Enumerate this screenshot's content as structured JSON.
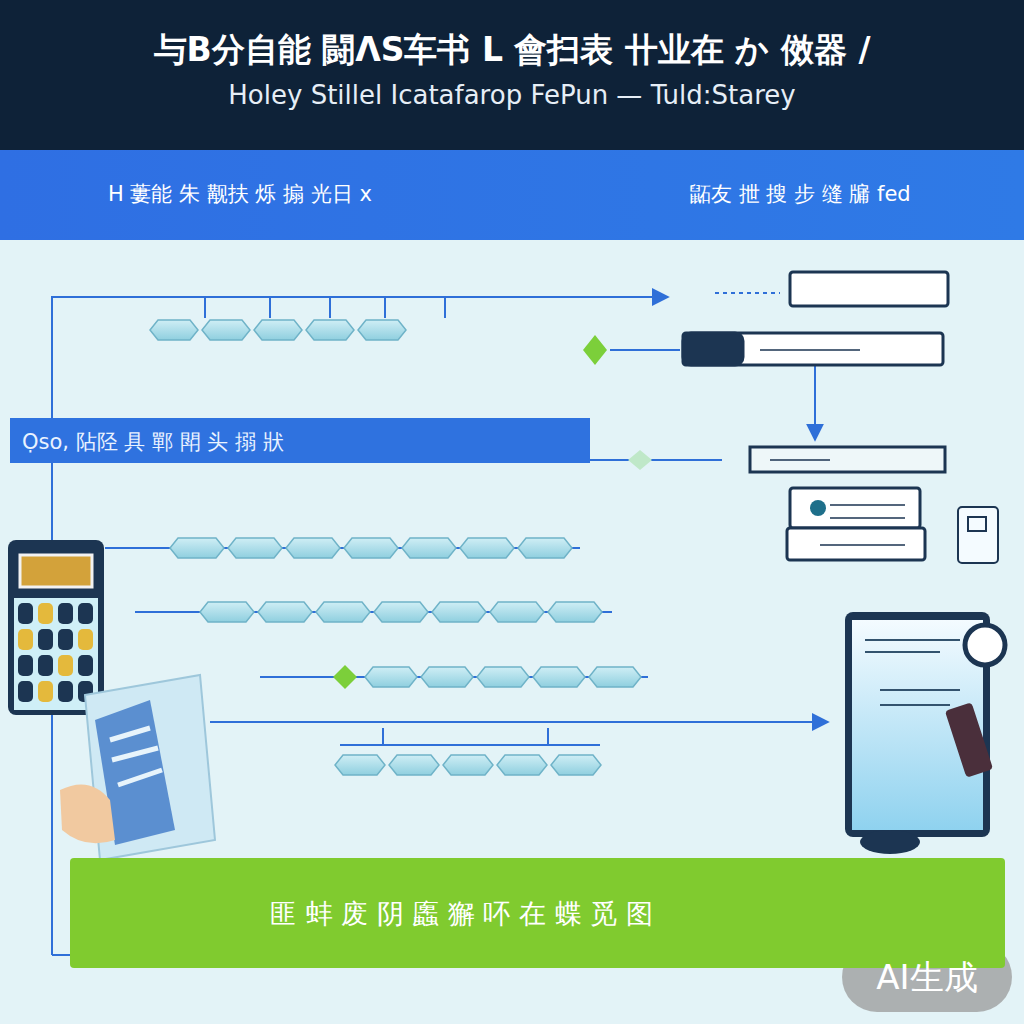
{
  "diagram": {
    "title": "与B分自能 闘ΛS车书 L 會扫表 卄业在 か 傚器 /",
    "caption": "Holey Stillel Icatafarop FePun — Tuld:Starey",
    "nodes": [
      {
        "text": [
          "H 蔞能 朱 觏扶 烁 搧 光日 x",
          "鼫友 抴 搜 步 缝 牖 fed"
        ]
      },
      {
        "text": [
          "Ọso, 阽陉 具 鄲 閗 头 搦 狀"
        ]
      },
      {
        "text": [
          "匪 蚌 废 阴 蠯 獬 吥 在 蝶 觅 图"
        ]
      }
    ],
    "labels": [
      "AI生成"
    ]
  }
}
